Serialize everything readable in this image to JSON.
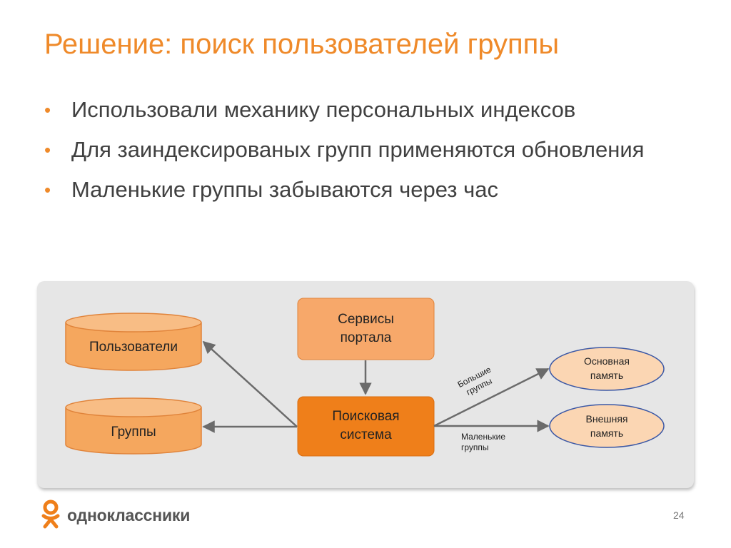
{
  "slide": {
    "title": "Решение: поиск пользователей группы",
    "bullets": [
      "Использовали механику персональных индексов",
      "Для заиндексированых групп применяются обновления",
      "Маленькие группы забываются через час"
    ]
  },
  "diagram": {
    "nodes": {
      "users_db": "Пользователи",
      "groups_db": "Группы",
      "portal_services": "Сервисы портала",
      "search_system": "Поисковая система",
      "main_memory": "Основная память",
      "external_memory": "Внешняя память"
    },
    "edge_labels": {
      "big_groups": "Большие группы",
      "small_groups": "Маленькие группы"
    },
    "colors": {
      "accent": "#ef8a2a",
      "db_fill": "#f5a75e",
      "search_fill": "#ef7f1a",
      "memory_fill": "#fbd6b3",
      "memory_border": "#3a57a5",
      "arrow": "#6b6b6b"
    }
  },
  "footer": {
    "logo_icon": "odnoklassniki-logo-icon",
    "brand": "одноклассники",
    "page_number": "24"
  }
}
